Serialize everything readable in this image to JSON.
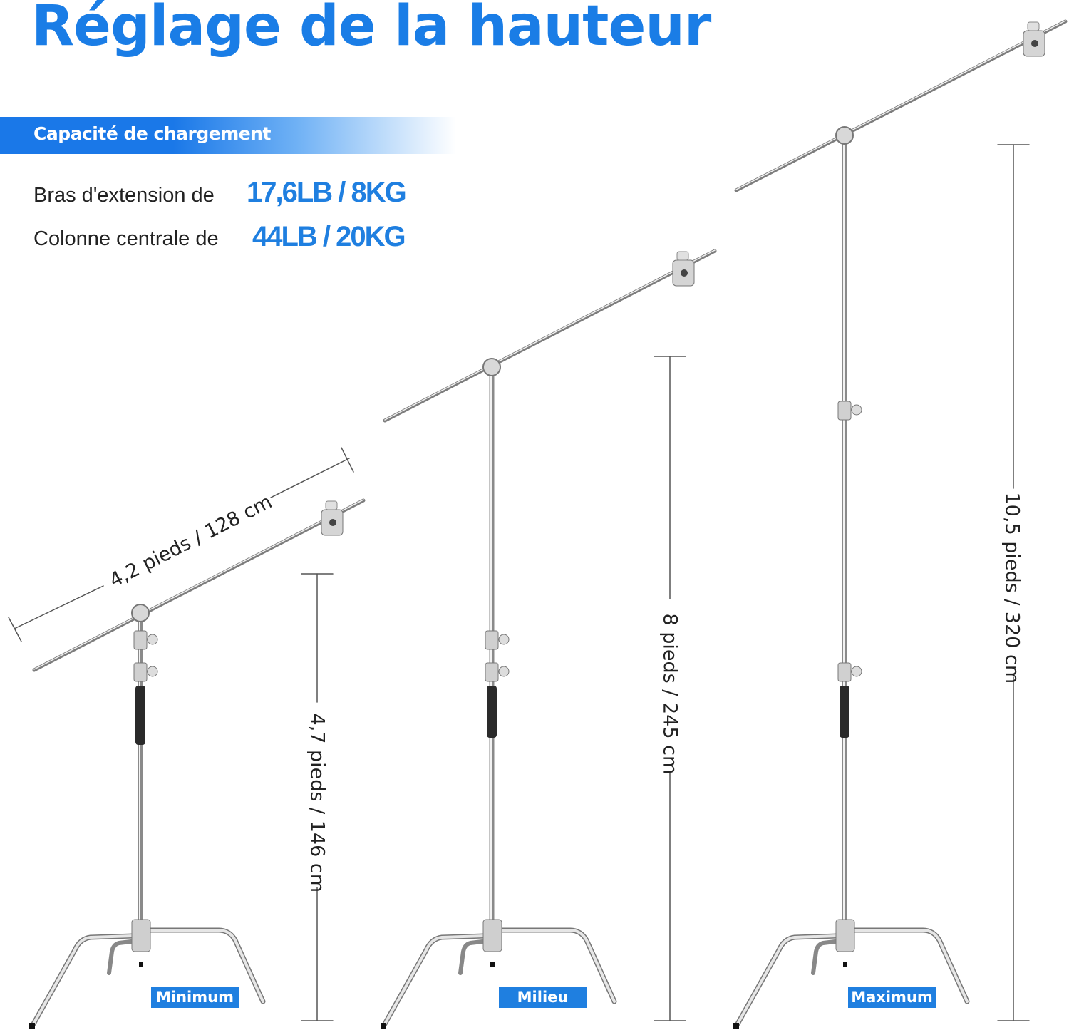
{
  "title": "Réglage de la hauteur",
  "capacity": {
    "heading": "Capacité de chargement",
    "rows": [
      {
        "label": "Bras d'extension de",
        "value": "17,6LB / 8KG"
      },
      {
        "label": "Colonne centrale de",
        "value": "44LB / 20KG"
      }
    ]
  },
  "dimensions": {
    "arm_length": "4,2 pieds / 128 cm",
    "min_height": "4,7 pieds / 146 cm",
    "mid_height": "8 pieds / 245 cm",
    "max_height": "10,5 pieds / 320 cm"
  },
  "stands": [
    {
      "label": "Minimum"
    },
    {
      "label": "Milieu"
    },
    {
      "label": "Maximum"
    }
  ],
  "colors": {
    "accent": "#1f7fe0",
    "title": "#1a7de6"
  }
}
